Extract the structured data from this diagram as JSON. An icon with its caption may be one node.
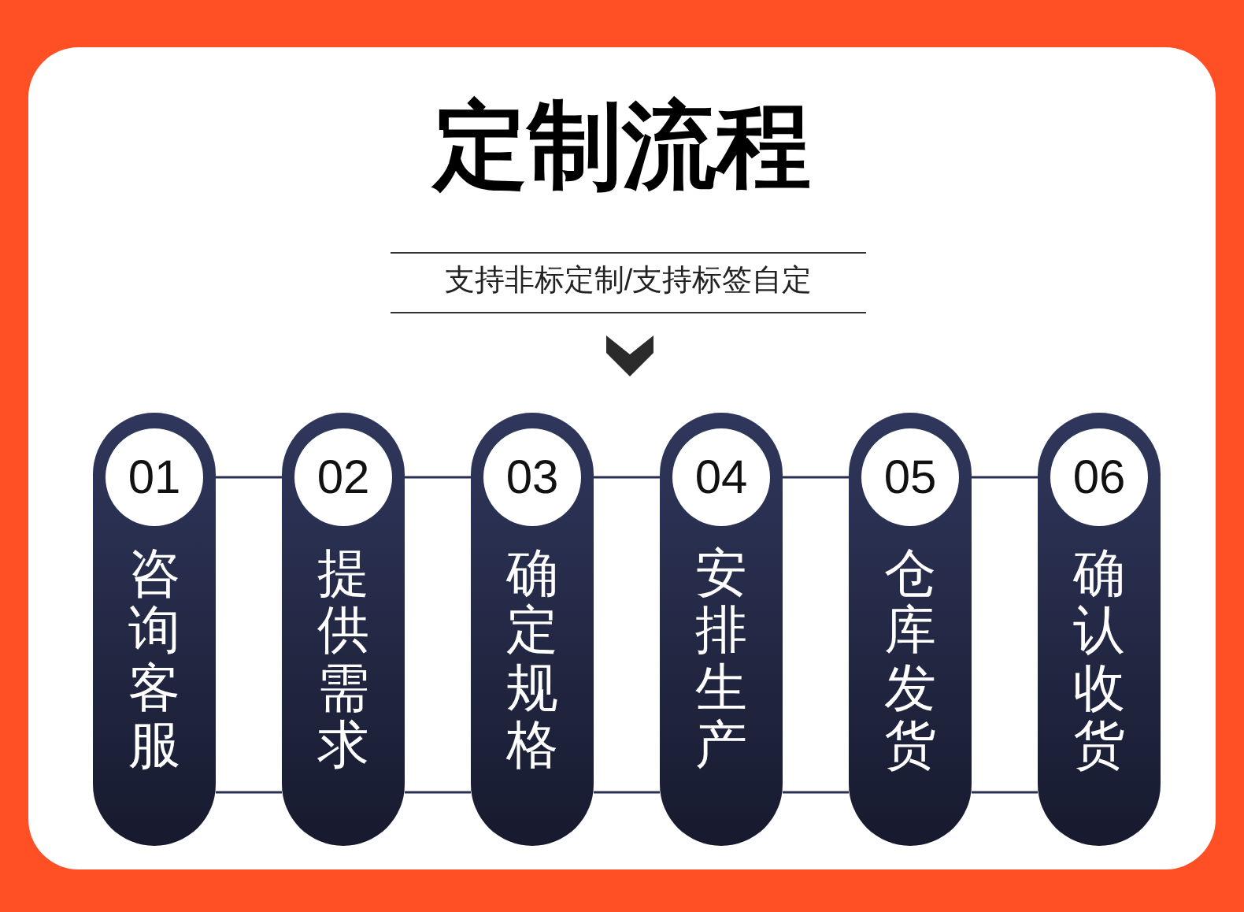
{
  "diagram": {
    "title": "定制流程",
    "nodes": [
      {
        "text": [
          "01",
          "咨询客服"
        ]
      },
      {
        "text": [
          "02",
          "提供需求"
        ]
      },
      {
        "text": [
          "03",
          "确定规格"
        ]
      },
      {
        "text": [
          "04",
          "安排生产"
        ]
      },
      {
        "text": [
          "05",
          "仓库发货"
        ]
      },
      {
        "text": [
          "06",
          "确认收货"
        ]
      }
    ],
    "edges": [
      {
        "from": 0,
        "to": 1,
        "arrow": "none"
      },
      {
        "from": 0,
        "to": 1,
        "arrow": "none"
      },
      {
        "from": 1,
        "to": 2,
        "arrow": "none"
      },
      {
        "from": 1,
        "to": 2,
        "arrow": "none"
      },
      {
        "from": 2,
        "to": 3,
        "arrow": "none"
      },
      {
        "from": 2,
        "to": 3,
        "arrow": "none"
      },
      {
        "from": 3,
        "to": 4,
        "arrow": "none"
      },
      {
        "from": 3,
        "to": 4,
        "arrow": "none"
      },
      {
        "from": 4,
        "to": 5,
        "arrow": "none"
      },
      {
        "from": 4,
        "to": 5,
        "arrow": "none"
      }
    ],
    "labels": [
      "支持非标定制/支持标签自定"
    ]
  }
}
